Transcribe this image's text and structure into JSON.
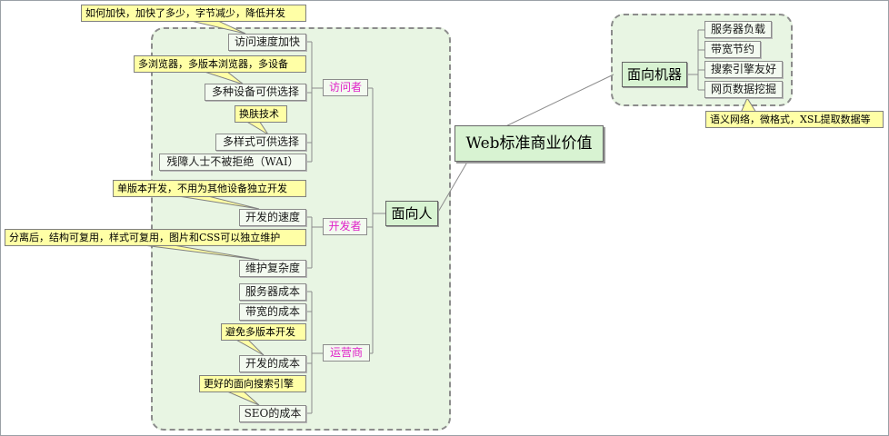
{
  "central": "Web标准商业价值",
  "machine": {
    "label": "面向机器",
    "items": [
      "服务器负载",
      "带宽节约",
      "搜索引擎友好",
      "网页数据挖掘"
    ],
    "note": "语义网络，微格式，XSL提取数据等"
  },
  "people": {
    "label": "面向人",
    "visitor": {
      "label": "访问者",
      "items": [
        "访问速度加快",
        "多种设备可供选择",
        "多样式可供选择",
        "残障人士不被拒绝（WAI）"
      ],
      "notes": [
        "如何加快，加快了多少，字节减少，降低并发",
        "多浏览器，多版本浏览器，多设备",
        "换肤技术"
      ]
    },
    "developer": {
      "label": "开发者",
      "items": [
        "开发的速度",
        "维护复杂度"
      ],
      "notes": [
        "单版本开发，不用为其他设备独立开发",
        "分离后，结构可复用，样式可复用，图片和CSS可以独立维护"
      ]
    },
    "operator": {
      "label": "运营商",
      "items": [
        "服务器成本",
        "带宽的成本",
        "开发的成本",
        "SEO的成本"
      ],
      "notes": [
        "避免多版本开发",
        "更好的面向搜索引擎"
      ]
    }
  },
  "colors": {
    "region_fill": "#e8f5e3",
    "topic_fill": "#f3faf0",
    "main_fill": "#d8f3d2",
    "callout_fill": "#ffffa6",
    "category_text": "#e020c8",
    "line": "#8c8c8c"
  }
}
